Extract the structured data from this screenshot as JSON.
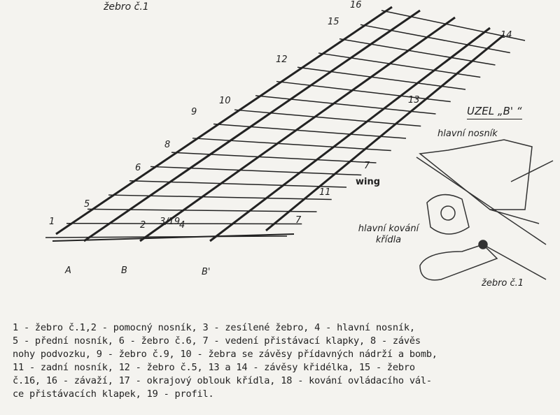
{
  "figure": {
    "top_label": "žebro č.1",
    "callouts": [
      "1",
      "2",
      "3/19",
      "4",
      "5",
      "6",
      "7",
      "7",
      "8",
      "9",
      "10",
      "11",
      "12",
      "13",
      "14",
      "15",
      "16",
      "A",
      "B",
      "B'"
    ],
    "wing_label": "wing"
  },
  "detail": {
    "title": "UZEL „B' “",
    "labels": [
      "hlavní nosník",
      "hlavní kování křídla",
      "žebro č.1"
    ]
  },
  "caption": "1 - žebro č.1,2 - pomocný nosník, 3 - zesílené žebro, 4 - hlavní nosník,\n5 - přední nosník, 6 - žebro č.6, 7 - vedení přistávací klapky, 8 - závěs\nnohy podvozku, 9 - žebro č.9, 10 - žebra se závěsy přídavných nádrží a bomb,\n11 - zadní nosník, 12 - žebro č.5, 13 a 14 - závěsy křidélka, 15 - žebro\nč.16, 16 - závaží, 17 - okrajový oblouk křídla, 18 - kování ovládacího vál-\nce přistávacích klapek, 19 - profil."
}
